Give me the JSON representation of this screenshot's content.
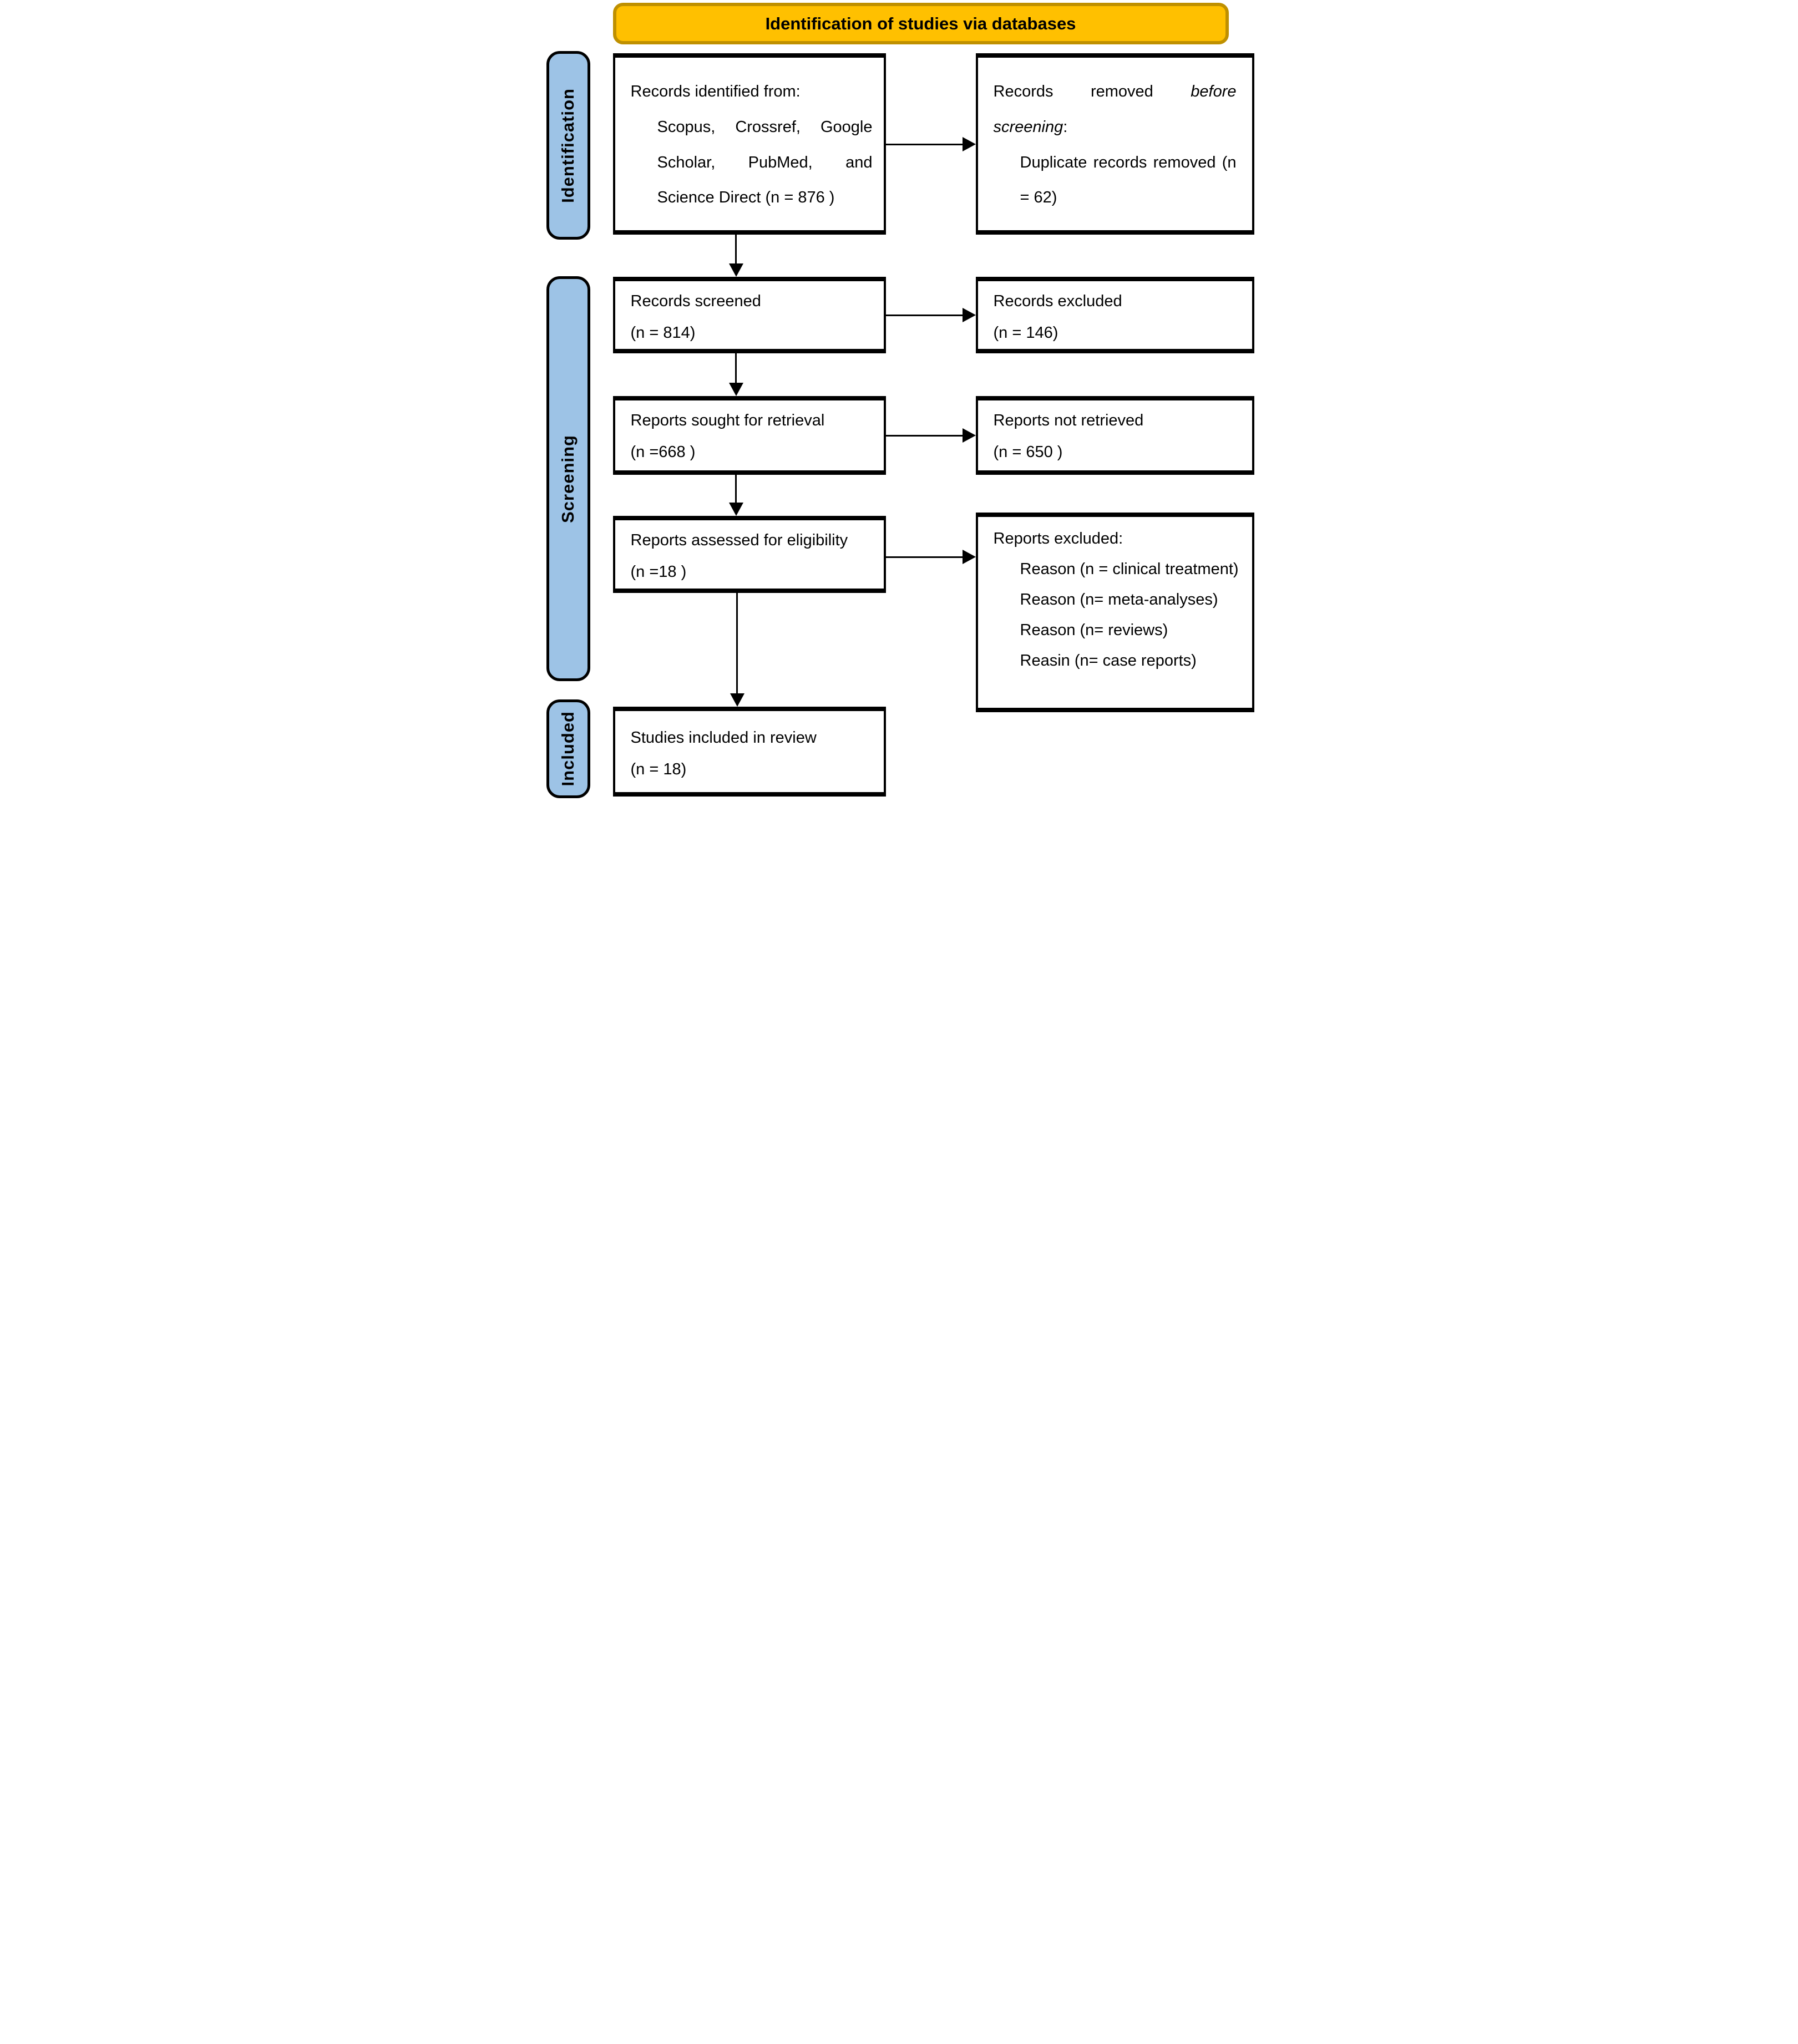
{
  "title": "Identification of studies via databases",
  "colors": {
    "title_fill": "#FFC000",
    "title_border": "#BF9000",
    "stage_fill": "#9DC3E6",
    "stage_border": "#000000",
    "box_border": "#000000",
    "text": "#000000"
  },
  "stages": {
    "identification": "Identification",
    "screening": "Screening",
    "included": "Included"
  },
  "boxes": {
    "records_identified": {
      "intro": "Records identified from:",
      "detail": "Scopus, Crossref, Google Scholar, PubMed, and Science Direct (n = 876 )"
    },
    "records_removed": {
      "intro_pre": "Records removed ",
      "intro_italic": "before screening",
      "intro_post": ":",
      "detail": "Duplicate records removed (n = 62)"
    },
    "records_screened": {
      "label": "Records screened",
      "count": "(n = 814)"
    },
    "records_excluded": {
      "label": "Records excluded",
      "count": "(n = 146)"
    },
    "reports_sought": {
      "label": "Reports sought for retrieval",
      "count": "(n =668 )"
    },
    "reports_not_retrieved": {
      "label": "Reports not retrieved",
      "count": "(n = 650 )"
    },
    "reports_assessed": {
      "label": "Reports assessed for eligibility",
      "count": "(n =18 )"
    },
    "reports_excluded": {
      "label": "Reports excluded:",
      "reasons": [
        "Reason (n = clinical treatment)",
        "Reason (n= meta-analyses)",
        "Reason (n= reviews)",
        "Reasin (n= case reports)"
      ]
    },
    "studies_included": {
      "label": "Studies included in review",
      "count": "(n = 18)"
    }
  }
}
